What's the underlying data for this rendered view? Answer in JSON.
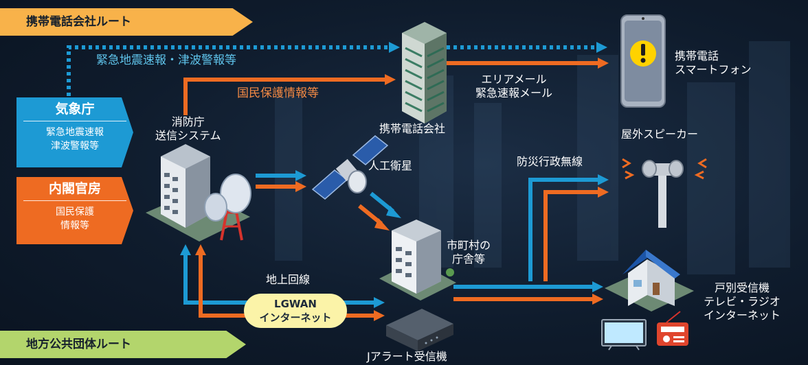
{
  "routes": {
    "mobile": "携帯電話会社ルート",
    "local": "地方公共団体ルート"
  },
  "agencies": {
    "jma": {
      "name": "気象庁",
      "desc_line1": "緊急地震速報",
      "desc_line2": "津波警報等"
    },
    "cabinet": {
      "name": "内閣官房",
      "desc_line1": "国民保護",
      "desc_line2": "情報等"
    }
  },
  "flows": {
    "quake_tsunami": "緊急地震速報・津波警報等",
    "civil_protection": "国民保護情報等",
    "area_mail_line1": "エリアメール",
    "area_mail_line2": "緊急速報メール",
    "ground_line": "地上回線",
    "lgwan_line1": "LGWAN",
    "lgwan_line2": "インターネット",
    "disaster_radio": "防災行政無線"
  },
  "nodes": {
    "fire_agency_line1": "消防庁",
    "fire_agency_line2": "送信システム",
    "carrier": "携帯電話会社",
    "phone_line1": "携帯電話",
    "phone_line2": "スマートフォン",
    "satellite": "人工衛星",
    "municipal_line1": "市町村の",
    "municipal_line2": "庁舎等",
    "speaker": "屋外スピーカー",
    "household_line1": "戸別受信機",
    "household_line2": "テレビ・ラジオ",
    "household_line3": "インターネット",
    "jalert": "Jアラート受信機"
  },
  "colors": {
    "cyan": "#1d9ad4",
    "orange": "#ee6b22",
    "route_top": "#f8b24a",
    "route_bottom": "#b3d56c"
  },
  "icons": [
    "building-icon",
    "smartphone-icon",
    "satellite-icon",
    "speaker-icon",
    "house-icon",
    "tv-icon",
    "radio-icon",
    "receiver-icon",
    "antenna-icon"
  ]
}
